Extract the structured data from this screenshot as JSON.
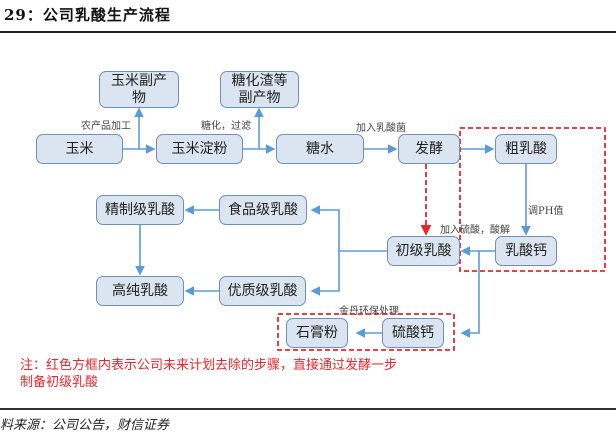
{
  "header": {
    "title": "29：公司乳酸生产流程"
  },
  "diagram": {
    "nodes": {
      "corn": "玉米",
      "corn_byproduct": "玉米副产物",
      "corn_starch": "玉米淀粉",
      "saccharification_residue": "糖化渣等副产物",
      "sugar_water": "糖水",
      "fermentation": "发酵",
      "crude_lactic_acid": "粗乳酸",
      "calcium_lactate": "乳酸钙",
      "primary_lactic_acid": "初级乳酸",
      "food_grade": "食品级乳酸",
      "refined_grade": "精制级乳酸",
      "premium_grade": "优质级乳酸",
      "high_purity": "高纯乳酸",
      "calcium_sulfate": "硫酸钙",
      "gypsum_powder": "石膏粉"
    },
    "edge_labels": {
      "agri_processing": "农产品加工",
      "saccharify_filter": "糖化，过滤",
      "add_lactobacillus": "加入乳酸菌",
      "adjust_ph": "调PH值",
      "add_sulfuric_acid": "加入硫酸，酸解",
      "jindan_env": "金丹环保处理"
    },
    "colors": {
      "box_fill": "#dbe5f2",
      "box_border": "#6f8fb7",
      "arrow": "#5b9bd5",
      "highlight": "#e8262c"
    }
  },
  "note": "注：红色方框内表示公司未来计划去除的步骤，直接通过发酵一步制备初级乳酸",
  "source": "料来源：公司公告，财信证券"
}
